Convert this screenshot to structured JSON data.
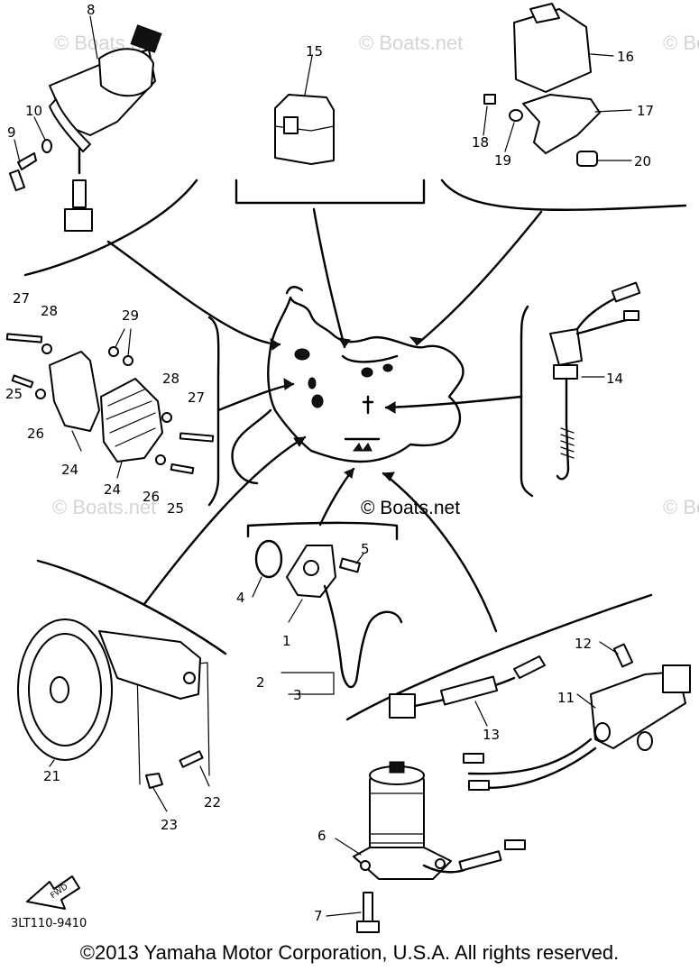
{
  "watermark": "© Boats.net",
  "watermark_center": "© Boats.net",
  "diagram_code": "3LT110-9410",
  "fwd_label": "FWD",
  "copyright": "©2013 Yamaha Motor Corporation, U.S.A. All rights reserved.",
  "callouts": {
    "c1": "1",
    "c2": "2",
    "c3": "3",
    "c4": "4",
    "c5": "5",
    "c6": "6",
    "c7": "7",
    "c8": "8",
    "c9": "9",
    "c10": "10",
    "c11": "11",
    "c12": "12",
    "c13": "13",
    "c14": "14",
    "c15": "15",
    "c16": "16",
    "c17": "17",
    "c18": "18",
    "c19": "19",
    "c20": "20",
    "c21": "21",
    "c22": "22",
    "c23": "23",
    "c24a": "24",
    "c24b": "24",
    "c25a": "25",
    "c25b": "25",
    "c26a": "26",
    "c26b": "26",
    "c27a": "27",
    "c27b": "27",
    "c28a": "28",
    "c28b": "28",
    "c29": "29"
  }
}
